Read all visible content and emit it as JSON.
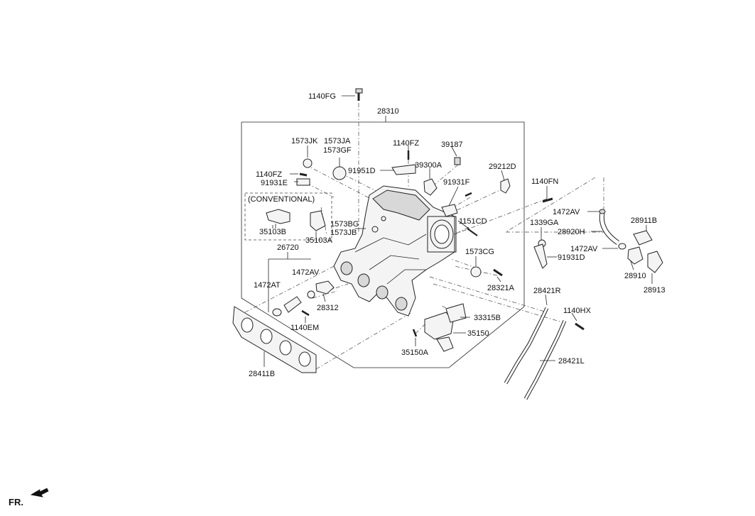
{
  "labels": {
    "p1140FG": "1140FG",
    "p28310": "28310",
    "p1573JK": "1573JK",
    "p1573JA": "1573JA",
    "p1573GF": "1573GF",
    "p1140FZ_top": "1140FZ",
    "p39187": "39187",
    "p1140FZ_left": "1140FZ",
    "p91951D": "91951D",
    "p39300A": "39300A",
    "p29212D": "29212D",
    "p91931E": "91931E",
    "p91931F": "91931F",
    "p1140FN": "1140FN",
    "conventional": "(CONVENTIONAL)",
    "p1472AV_a": "1472AV",
    "p1573BG": "1573BG",
    "p1151CD": "1151CD",
    "p35103B": "35103B",
    "p1573JB": "1573JB",
    "p1339GA": "1339GA",
    "p28911B": "28911B",
    "p28920H": "28920H",
    "p35103A": "35103A",
    "p26720": "26720",
    "p1472AV_b": "1472AV",
    "p1573CG": "1573CG",
    "p91931D": "91931D",
    "p28910": "28910",
    "p1472AV_c": "1472AV",
    "p1472AT": "1472AT",
    "p28913": "28913",
    "p28321A": "28321A",
    "p28312": "28312",
    "p28421R": "28421R",
    "p1140HX": "1140HX",
    "p33315B": "33315B",
    "p1140EM": "1140EM",
    "p35150": "35150",
    "p35150A": "35150A",
    "p28421L": "28421L",
    "p28411B": "28411B",
    "fr": "FR."
  },
  "icons": {
    "fr_arrow": "arrow-icon"
  }
}
